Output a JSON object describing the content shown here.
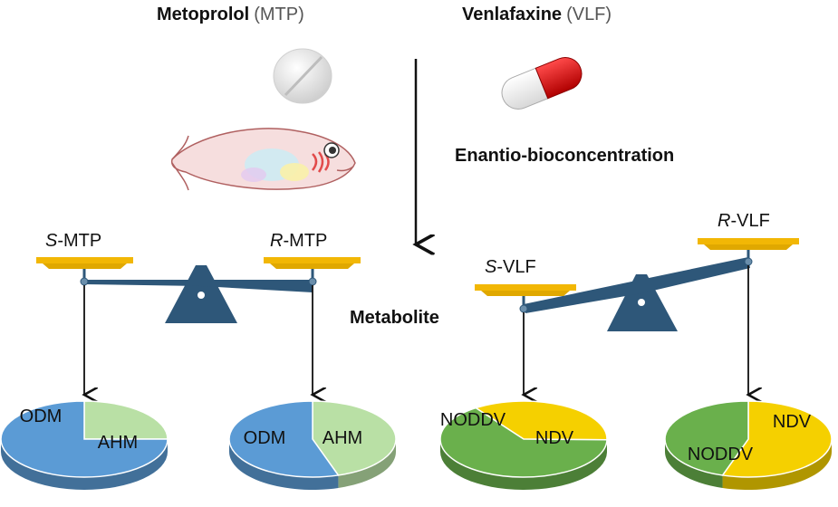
{
  "drugs": {
    "metoprolol": {
      "name": "Metoprolol",
      "abbr": "(MTP)"
    },
    "venlafaxine": {
      "name": "Venlafaxine",
      "abbr": "(VLF)"
    }
  },
  "process": {
    "bioconcentration": "Enantio-bioconcentration",
    "metabolite": "Metabolite"
  },
  "balances": {
    "mtp": {
      "left": {
        "prefix": "S",
        "suffix": "-MTP"
      },
      "right": {
        "prefix": "R",
        "suffix": "-MTP"
      }
    },
    "vlf": {
      "left": {
        "prefix": "S",
        "suffix": "-VLF"
      },
      "right": {
        "prefix": "R",
        "suffix": "-VLF"
      }
    }
  },
  "pies": [
    {
      "id": "s-mtp",
      "slices": [
        {
          "label": "ODM",
          "fraction": 0.25,
          "color": "#b9e0a5"
        },
        {
          "label": "AHM",
          "fraction": 0.75,
          "color": "#5b9bd5"
        }
      ]
    },
    {
      "id": "r-mtp",
      "slices": [
        {
          "label": "ODM",
          "fraction": 0.45,
          "color": "#b9e0a5"
        },
        {
          "label": "AHM",
          "fraction": 0.55,
          "color": "#5b9bd5"
        }
      ]
    },
    {
      "id": "s-vlf",
      "slices": [
        {
          "label": "NODDV",
          "fraction": 0.35,
          "color": "#f5d000"
        },
        {
          "label": "NDV",
          "fraction": 0.65,
          "color": "#6ab04c"
        }
      ]
    },
    {
      "id": "r-vlf",
      "slices": [
        {
          "label": "NODDV",
          "fraction": 0.55,
          "color": "#f5d000"
        },
        {
          "label": "NDV",
          "fraction": 0.45,
          "color": "#6ab04c"
        }
      ]
    }
  ],
  "colors": {
    "pan": "#f2b705",
    "beam": "#2e5779",
    "arrow": "#111111"
  },
  "icons": {
    "tablet": "pill-tablet-icon",
    "capsule": "capsule-icon",
    "fish": "zebrafish-icon"
  }
}
